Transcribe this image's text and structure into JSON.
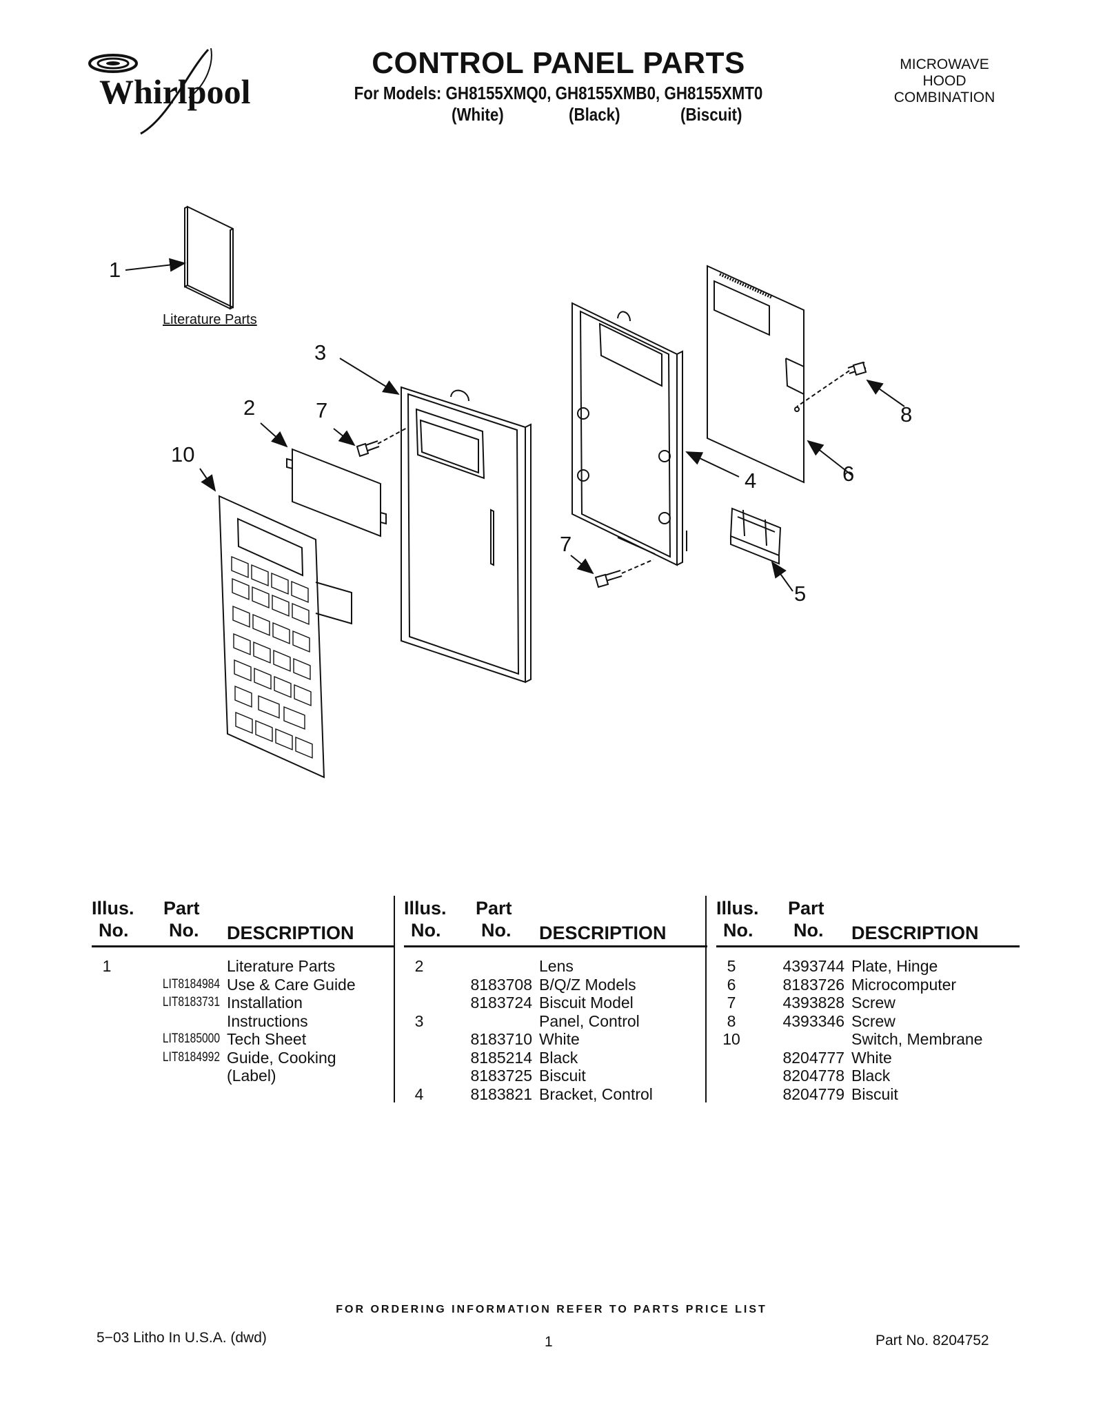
{
  "header": {
    "brand": "Whirlpool",
    "title": "CONTROL PANEL PARTS",
    "models_line": "For Models: GH8155XMQ0, GH8155XMB0, GH8155XMT0",
    "colors": [
      "(White)",
      "(Black)",
      "(Biscuit)"
    ],
    "product_type": [
      "MICROWAVE",
      "HOOD",
      "COMBINATION"
    ]
  },
  "diagram": {
    "literature_label": "Literature Parts",
    "callouts": [
      "1",
      "3",
      "2",
      "7",
      "10",
      "8",
      "6",
      "4",
      "7",
      "5"
    ]
  },
  "table": {
    "headers": {
      "illus_1": "Illus.",
      "illus_2": "No.",
      "part_1": "Part",
      "part_2": "No.",
      "description": "DESCRIPTION"
    },
    "columns": [
      [
        {
          "illus": "1",
          "part": "",
          "desc": "Literature Parts"
        },
        {
          "illus": "",
          "part": "LIT8184984",
          "desc": "Use & Care Guide"
        },
        {
          "illus": "",
          "part": "LIT8183731",
          "desc": "Installation"
        },
        {
          "illus": "",
          "part": "",
          "desc": "Instructions"
        },
        {
          "illus": "",
          "part": "LIT8185000",
          "desc": "Tech Sheet"
        },
        {
          "illus": "",
          "part": "LIT8184992",
          "desc": "Guide, Cooking"
        },
        {
          "illus": "",
          "part": "",
          "desc": "(Label)"
        }
      ],
      [
        {
          "illus": "2",
          "part": "",
          "desc": "Lens"
        },
        {
          "illus": "",
          "part": "8183708",
          "desc": "B/Q/Z Models"
        },
        {
          "illus": "",
          "part": "8183724",
          "desc": "Biscuit Model"
        },
        {
          "illus": "3",
          "part": "",
          "desc": "Panel, Control"
        },
        {
          "illus": "",
          "part": "8183710",
          "desc": "White"
        },
        {
          "illus": "",
          "part": "8185214",
          "desc": "Black"
        },
        {
          "illus": "",
          "part": "8183725",
          "desc": "Biscuit"
        },
        {
          "illus": "4",
          "part": "8183821",
          "desc": "Bracket, Control"
        }
      ],
      [
        {
          "illus": "5",
          "part": "4393744",
          "desc": "Plate, Hinge"
        },
        {
          "illus": "6",
          "part": "8183726",
          "desc": "Microcomputer"
        },
        {
          "illus": "7",
          "part": "4393828",
          "desc": "Screw"
        },
        {
          "illus": "8",
          "part": "4393346",
          "desc": "Screw"
        },
        {
          "illus": "10",
          "part": "",
          "desc": "Switch, Membrane"
        },
        {
          "illus": "",
          "part": "8204777",
          "desc": "White"
        },
        {
          "illus": "",
          "part": "8204778",
          "desc": "Black"
        },
        {
          "illus": "",
          "part": "8204779",
          "desc": "Biscuit"
        }
      ]
    ]
  },
  "footer": {
    "ordering_note": "FOR ORDERING INFORMATION REFER TO PARTS PRICE LIST",
    "litho": "5−03 Litho In U.S.A. (dwd)",
    "page": "1",
    "part_no": "Part No. 8204752"
  }
}
